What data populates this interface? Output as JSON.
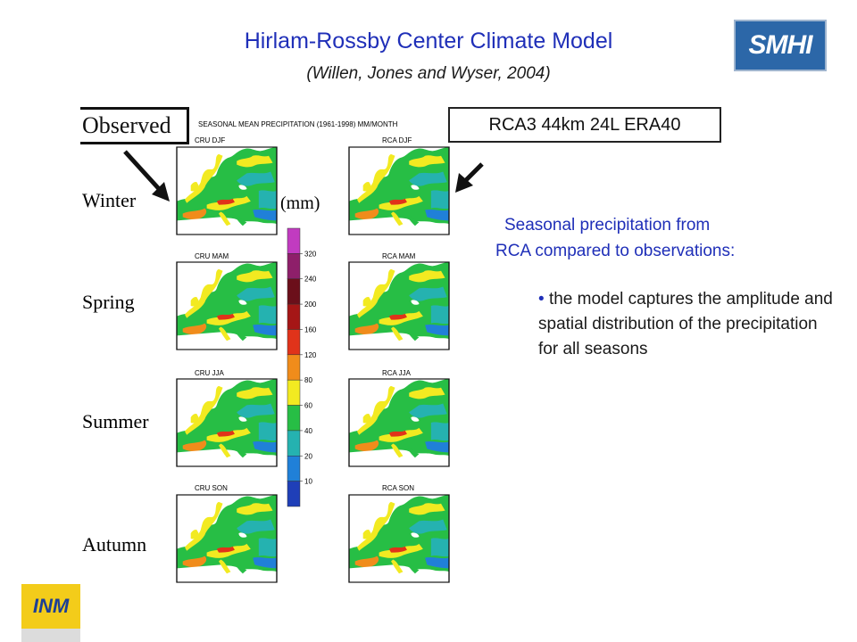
{
  "header": {
    "title": "Hirlam-Rossby Center Climate Model",
    "subtitle": "(Willen, Jones and Wyser, 2004)",
    "logo_text": "SMHI"
  },
  "figure": {
    "observed_label": "Observed",
    "model_label": "RCA3 44km 24L ERA40",
    "heading": "SEASONAL MEAN PRECIPITATION (1961-1998) MM/MONTH",
    "seasons": [
      "Winter",
      "Spring",
      "Summer",
      "Autumn"
    ],
    "obs_captions": [
      "CRU DJF",
      "CRU MAM",
      "CRU JJA",
      "CRU SON"
    ],
    "model_captions": [
      "RCA DJF",
      "RCA MAM",
      "RCA JJA",
      "RCA SON"
    ],
    "colorbar": {
      "unit": "(mm)",
      "ticks": [
        "320",
        "240",
        "200",
        "160",
        "120",
        "80",
        "60",
        "40",
        "20",
        "10"
      ],
      "colors": [
        "#c13bc0",
        "#8e1f6a",
        "#6b0f1a",
        "#a51616",
        "#e0331a",
        "#f08c1b",
        "#f2ea21",
        "#27be45",
        "#25b2b0",
        "#2080d8",
        "#1f3fb8"
      ]
    }
  },
  "body": {
    "heading_line1": "Seasonal precipitation from",
    "heading_line2": "RCA compared to observations:",
    "bullet_symbol": "•",
    "bullet_text": "the model captures the amplitude and spatial distribution of the precipitation for all seasons"
  },
  "footer": {
    "logo_text": "INM"
  }
}
